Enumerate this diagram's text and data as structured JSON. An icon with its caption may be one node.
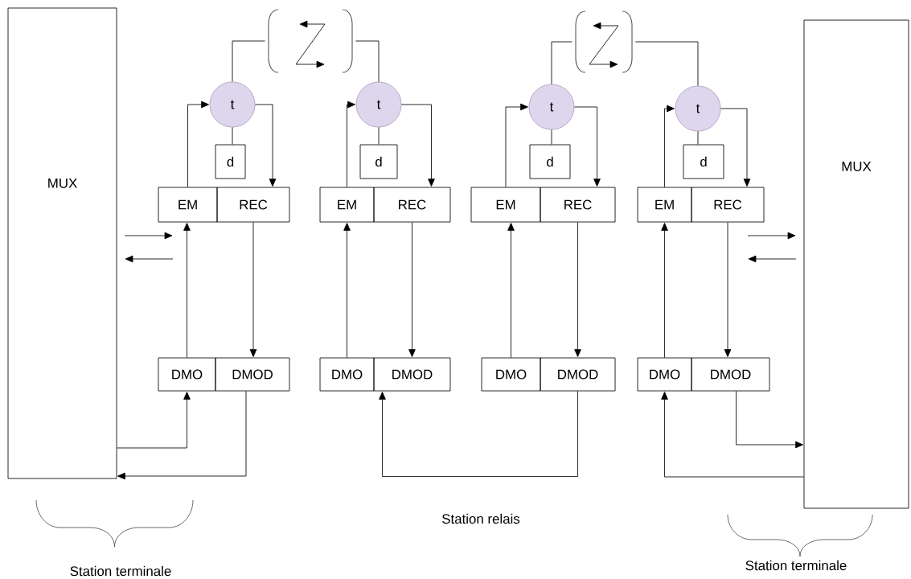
{
  "diagram": {
    "nodes": [
      {
        "text": [
          "MUX"
        ]
      },
      {
        "text": [],
        "shape": "picture"
      },
      {
        "text": [],
        "shape": "picture"
      },
      {
        "text": [
          "t"
        ]
      },
      {
        "text": [
          "d"
        ]
      },
      {
        "text": [
          "EM"
        ]
      },
      {
        "text": [
          "REC"
        ]
      },
      {
        "text": [
          "DMO"
        ]
      },
      {
        "text": [
          "DMOD"
        ]
      },
      {
        "text": [
          "t"
        ]
      },
      {
        "text": [
          "d"
        ]
      },
      {
        "text": [
          "EM"
        ]
      },
      {
        "text": [
          "REC"
        ]
      },
      {
        "text": [
          "DMO"
        ]
      },
      {
        "text": [
          "DMOD"
        ]
      },
      {
        "text": [
          "t"
        ]
      },
      {
        "text": [
          "d"
        ]
      },
      {
        "text": [
          "EM"
        ]
      },
      {
        "text": [
          "REC"
        ]
      },
      {
        "text": [
          "DMO"
        ]
      },
      {
        "text": [
          "DMOD"
        ]
      },
      {
        "text": [
          "t"
        ]
      },
      {
        "text": [
          "d"
        ]
      },
      {
        "text": [
          "EM"
        ]
      },
      {
        "text": [
          "REC"
        ]
      },
      {
        "text": [
          "DMO"
        ]
      },
      {
        "text": [
          "DMOD"
        ]
      },
      {
        "text": [
          "MUX"
        ]
      }
    ],
    "edges": [
      {
        "from": 5,
        "to": 3,
        "arrow": "to"
      },
      {
        "from": 3,
        "to": 6,
        "arrow": "to"
      },
      {
        "from": 3,
        "to": 4,
        "arrow": "none"
      },
      {
        "from": 7,
        "to": 5,
        "arrow": "to"
      },
      {
        "from": 6,
        "to": 8,
        "arrow": "to"
      },
      {
        "from": 11,
        "to": 9,
        "arrow": "to"
      },
      {
        "from": 9,
        "to": 12,
        "arrow": "to"
      },
      {
        "from": 9,
        "to": 10,
        "arrow": "none"
      },
      {
        "from": 13,
        "to": 11,
        "arrow": "to"
      },
      {
        "from": 12,
        "to": 14,
        "arrow": "to"
      },
      {
        "from": 17,
        "to": 15,
        "arrow": "to"
      },
      {
        "from": 15,
        "to": 18,
        "arrow": "to"
      },
      {
        "from": 15,
        "to": 16,
        "arrow": "none"
      },
      {
        "from": 19,
        "to": 17,
        "arrow": "to"
      },
      {
        "from": 18,
        "to": 20,
        "arrow": "to"
      },
      {
        "from": 23,
        "to": 21,
        "arrow": "to"
      },
      {
        "from": 21,
        "to": 24,
        "arrow": "to"
      },
      {
        "from": 21,
        "to": 22,
        "arrow": "none"
      },
      {
        "from": 25,
        "to": 23,
        "arrow": "to"
      },
      {
        "from": 24,
        "to": 26,
        "arrow": "to"
      },
      {
        "from": 3,
        "to": 1,
        "arrow": "none"
      },
      {
        "from": 9,
        "to": 1,
        "arrow": "none"
      },
      {
        "from": 15,
        "to": 2,
        "arrow": "none"
      },
      {
        "from": 21,
        "to": 2,
        "arrow": "none"
      },
      {
        "from": 0,
        "to": 7,
        "arrow": "to"
      },
      {
        "from": 8,
        "to": 0,
        "arrow": "to"
      },
      {
        "from": 20,
        "to": 14,
        "arrow": "to"
      },
      {
        "from": 27,
        "to": 25,
        "arrow": "to"
      },
      {
        "from": 26,
        "to": 27,
        "arrow": "to"
      }
    ],
    "labels": [
      "Station relais",
      "Station terminale",
      "Station terminale"
    ]
  }
}
